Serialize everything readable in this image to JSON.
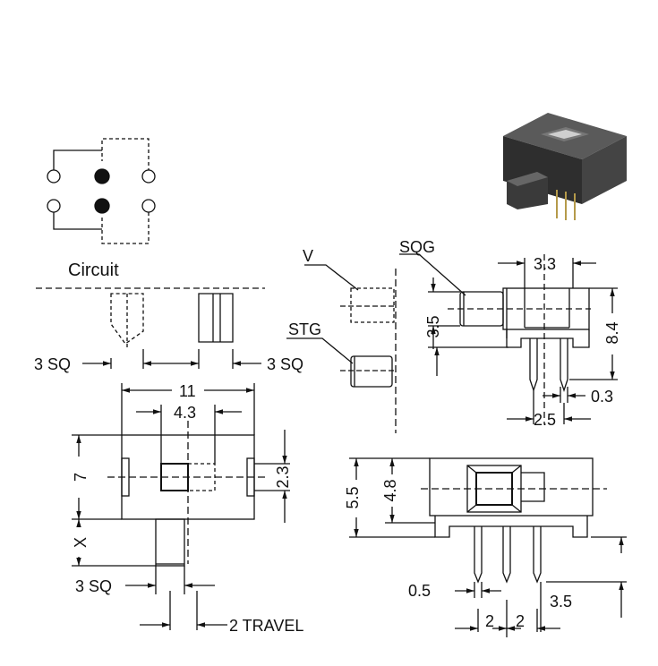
{
  "circuit": {
    "label": "Circuit"
  },
  "variants": {
    "v": "V",
    "sqg": "SQG",
    "stg": "STG"
  },
  "dims": {
    "sq_left": "3 SQ",
    "sq_right": "3 SQ",
    "sq_bottom": "3 SQ",
    "width_11": "11",
    "width_4_3": "4.3",
    "height_7": "7",
    "height_2_3": "2.3",
    "x_mark": "X",
    "travel": "2 TRAVEL",
    "width_3_3": "3.3",
    "height_3_5": "3.5",
    "height_8_4": "8.4",
    "pin_0_3": "0.3",
    "pitch_2_5": "2.5",
    "height_5_5": "5.5",
    "height_4_8": "4.8",
    "pin_0_5": "0.5",
    "pin_len_3_5": "3.5",
    "pitch_2a": "2",
    "pitch_2b": "2"
  },
  "colors": {
    "line": "#111111",
    "body": "#3a3a3a"
  }
}
